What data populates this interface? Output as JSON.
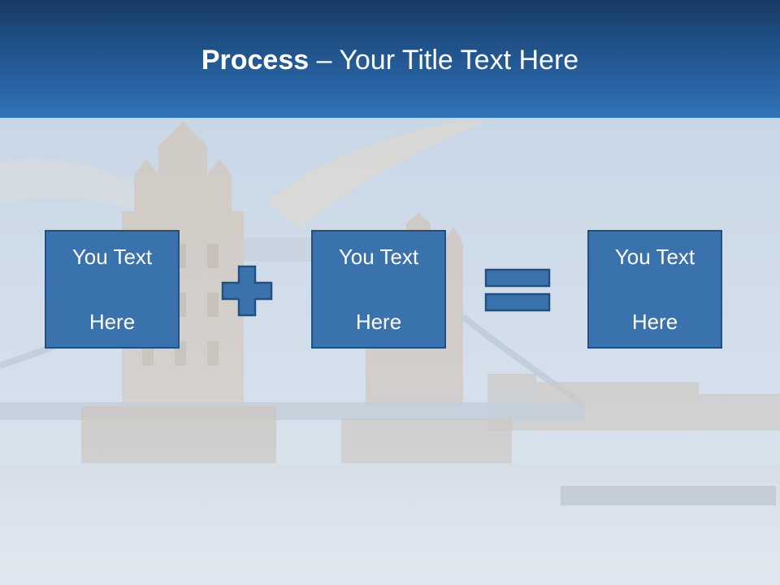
{
  "slide": {
    "title_bold": "Process",
    "title_rest": " – Your Title Text Here",
    "boxes": [
      {
        "line1": "You Text",
        "line2": "Here"
      },
      {
        "line1": "You Text",
        "line2": "Here"
      },
      {
        "line1": "You Text",
        "line2": "Here"
      }
    ],
    "operators": [
      "plus-icon",
      "equals-icon"
    ]
  },
  "colors": {
    "header_top": "#173a64",
    "header_bottom": "#2f73b8",
    "box_fill": "#3a72ae",
    "box_border": "#23507f",
    "text": "#ffffff"
  }
}
